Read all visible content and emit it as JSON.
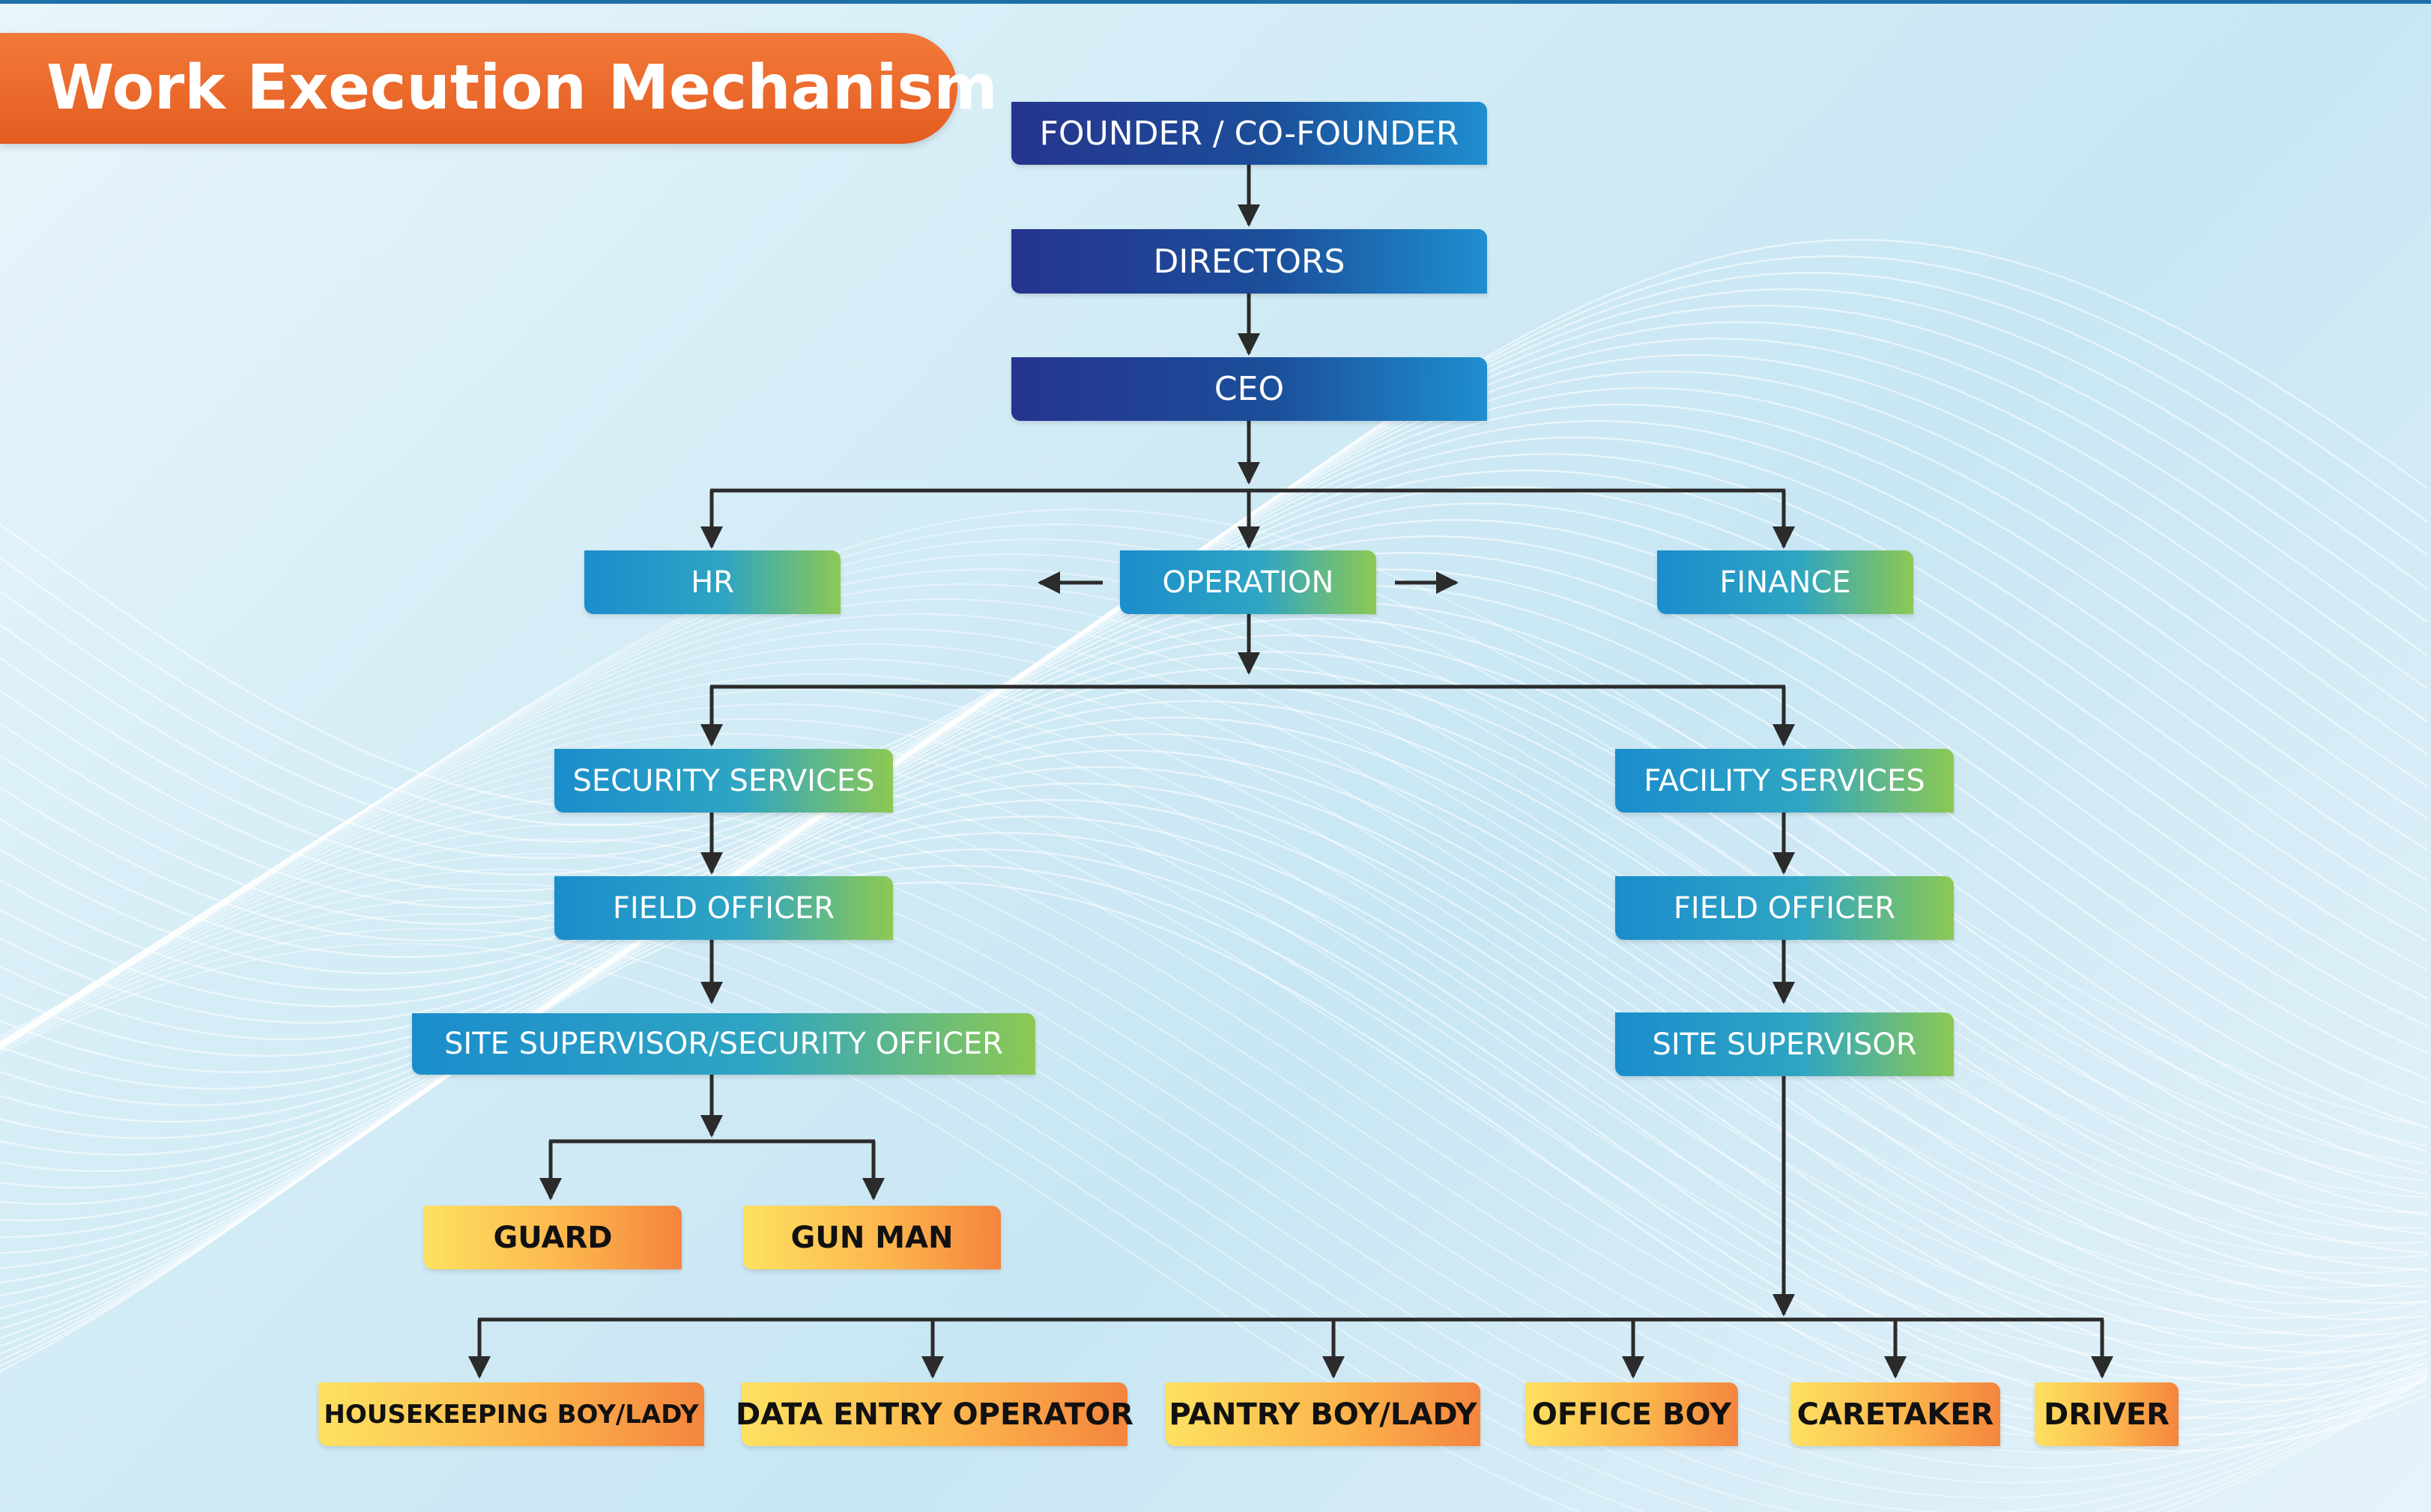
{
  "title": "Work Execution Mechanism",
  "nodes": {
    "founder": "FOUNDER / CO-FOUNDER",
    "directors": "DIRECTORS",
    "ceo": "CEO",
    "hr": "HR",
    "operation": "OPERATION",
    "finance": "FINANCE",
    "security_services": "SECURITY SERVICES",
    "facility_services": "FACILITY SERVICES",
    "security_field_officer": "FIELD OFFICER",
    "facility_field_officer": "FIELD OFFICER",
    "site_supervisor_security": "SITE SUPERVISOR/SECURITY OFFICER",
    "site_supervisor_facility": "SITE SUPERVISOR",
    "guard": "GUARD",
    "gun_man": "GUN MAN",
    "housekeeping": "HOUSEKEEPING BOY/LADY",
    "data_entry": "DATA ENTRY OPERATOR",
    "pantry": "PANTRY BOY/LADY",
    "office_boy": "OFFICE BOY",
    "caretaker": "CARETAKER",
    "driver": "DRIVER"
  },
  "colors": {
    "title_bg": "#e8652a",
    "top_level": "#1b3f96",
    "mid_level_start": "#1a8dcc",
    "mid_level_end": "#8cc953",
    "leaf_start": "#fde161",
    "leaf_end": "#f4853e",
    "connector": "#2b2b2b"
  }
}
